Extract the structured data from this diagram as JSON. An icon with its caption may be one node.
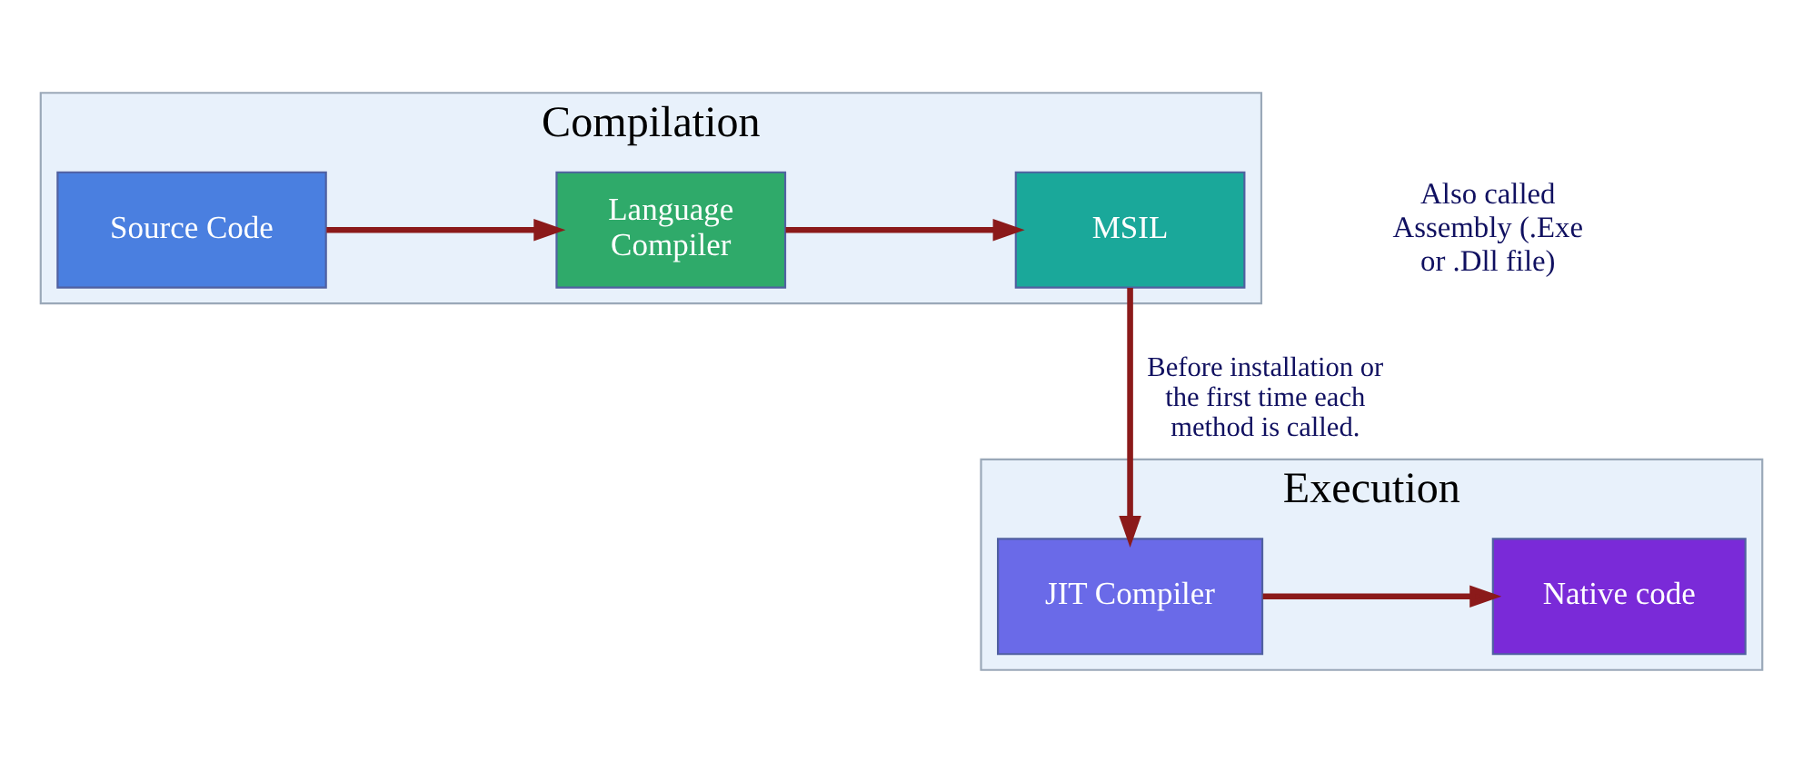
{
  "diagram": {
    "nodes": [
      {
        "text": [
          "Compilation"
        ]
      },
      {
        "text": [
          "Source Code"
        ],
        "in": 0
      },
      {
        "text": [
          "Language Compiler"
        ],
        "in": 0
      },
      {
        "text": [
          "MSIL"
        ],
        "in": 0
      },
      {
        "text": [
          "Execution"
        ]
      },
      {
        "text": [
          "JIT Compiler"
        ],
        "in": 4
      },
      {
        "text": [
          "Native code"
        ],
        "in": 4
      }
    ],
    "edges": [
      {
        "from": 1,
        "to": 2,
        "arrow": "to"
      },
      {
        "from": 2,
        "to": 3,
        "arrow": "to"
      },
      {
        "from": 3,
        "to": 5,
        "arrow": "to",
        "label": "Before installation or the first time each method is called."
      },
      {
        "from": 5,
        "to": 6,
        "arrow": "to"
      }
    ],
    "labels": [
      "Also called Assembly (.Exe or .Dll file)"
    ]
  }
}
